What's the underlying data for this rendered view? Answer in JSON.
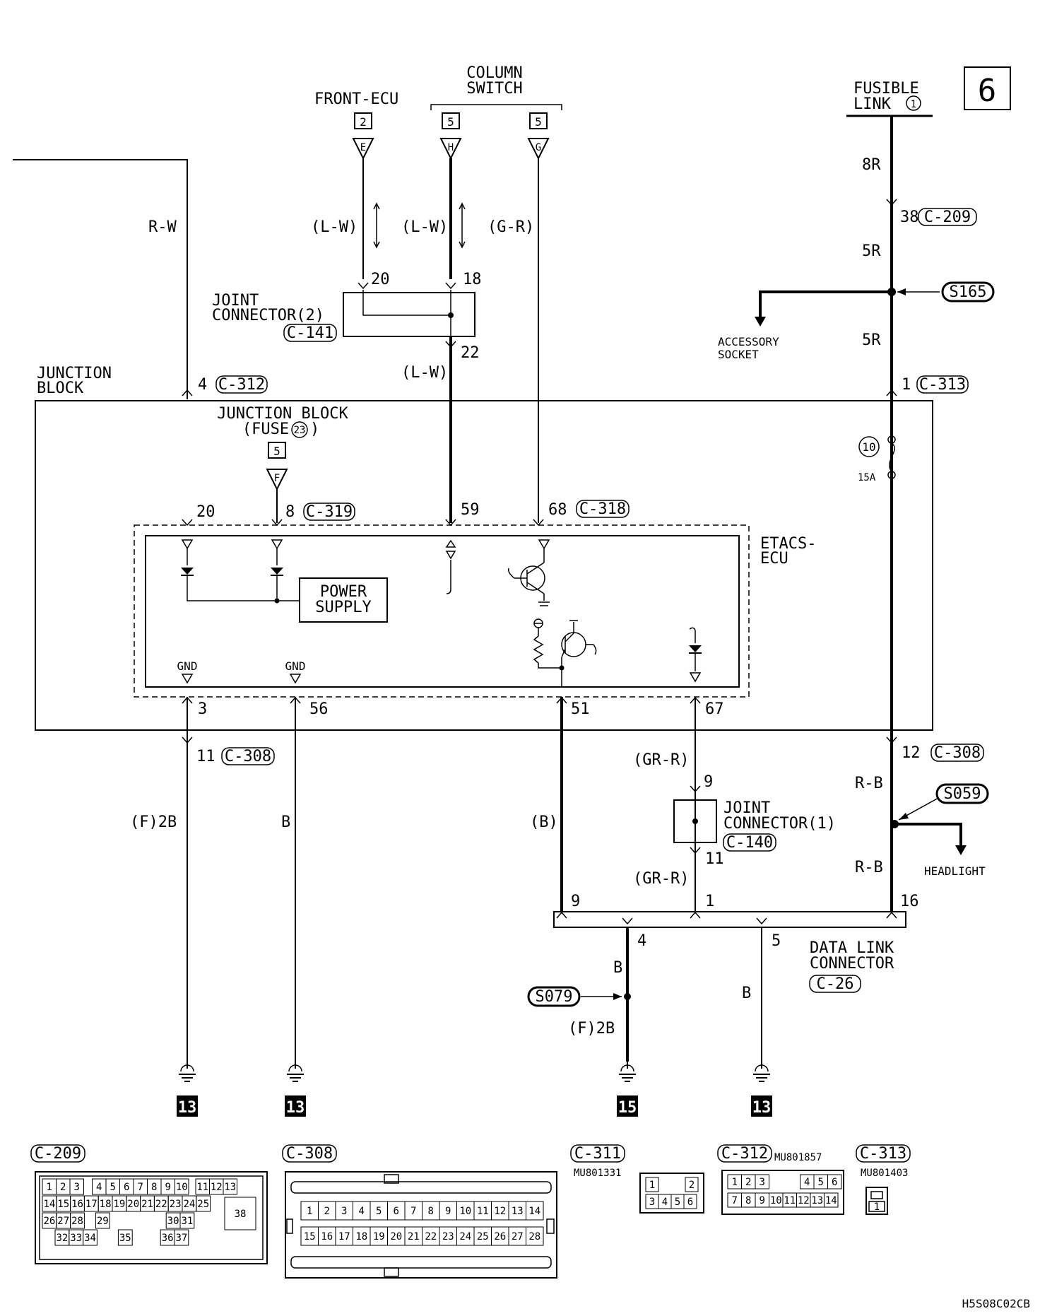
{
  "page_number": "6",
  "drawing_code": "H5S08C02CB",
  "sources": {
    "front_ecu": {
      "label": "FRONT-ECU",
      "ref": "2",
      "pin": "E",
      "wire": "(L-W)"
    },
    "column_switch": {
      "label_1": "COLUMN",
      "label_2": "SWITCH",
      "ref_h": "5",
      "pin_h": "H",
      "wire_h": "(L-W)",
      "ref_g": "5",
      "pin_g": "G",
      "wire_g": "(G-R)"
    },
    "left_wire": "R-W",
    "fusible_link": {
      "label_1": "FUSIBLE",
      "label_2": "LINK",
      "num": "1",
      "wire_top": "8R",
      "pin": "38",
      "conn": "C-209",
      "wire_mid": "5R",
      "splice": "S165",
      "wire_low": "5R",
      "accessory_1": "ACCESSORY",
      "accessory_2": "SOCKET"
    }
  },
  "joint_connector_2": {
    "label_1": "JOINT",
    "label_2": "CONNECTOR(2)",
    "conn": "C-141",
    "pin_20": "20",
    "pin_18": "18",
    "pin_22": "22",
    "wire_out": "(L-W)"
  },
  "junction_block": {
    "label_1": "JUNCTION",
    "label_2": "BLOCK",
    "pin_left": "4",
    "conn_left": "C-312",
    "pin_right": "1",
    "conn_right": "C-313",
    "fuse_label_1": "JUNCTION BLOCK",
    "fuse_label_2": "(FUSE",
    "fuse_num": "23",
    "fuse_ref": "5",
    "fuse_pin": "F",
    "fuse10": "10",
    "fuse10_rating": "15A"
  },
  "etacs": {
    "label_1": "ETACS-",
    "label_2": "ECU",
    "pin_20": "20",
    "pin_8": "8",
    "conn_8": "C-319",
    "pin_59": "59",
    "pin_68": "68",
    "conn_68": "C-318",
    "power_1": "POWER",
    "power_2": "SUPPLY",
    "gnd_1": "GND",
    "gnd_2": "GND",
    "pin_3": "3",
    "pin_56": "56",
    "pin_51": "51",
    "pin_67": "67"
  },
  "lower": {
    "pin_11": "11",
    "conn_308a": "C-308",
    "wire_f2b_left": "(F)2B",
    "wire_b_left": "B",
    "wire_b_mid": "(B)",
    "wire_grr_1": "(GR-R)",
    "jc1_pin_9": "9",
    "jc1_label_1": "JOINT",
    "jc1_label_2": "CONNECTOR(1)",
    "jc1_conn": "C-140",
    "jc1_pin_11": "11",
    "wire_grr_2": "(GR-R)",
    "pin_12": "12",
    "conn_308b": "C-308",
    "wire_rb_1": "R-B",
    "splice_s059": "S059",
    "headlight": "HEADLIGHT",
    "wire_rb_2": "R-B",
    "dlc_pin_9": "9",
    "dlc_pin_1": "1",
    "dlc_pin_16": "16",
    "dlc_pin_4": "4",
    "dlc_pin_5": "5",
    "dlc_label_1": "DATA LINK",
    "dlc_label_2": "CONNECTOR",
    "dlc_conn": "C-26",
    "wire_b_dlc4": "B",
    "splice_s079": "S079",
    "wire_f2b_dlc": "(F)2B",
    "wire_b_dlc5": "B",
    "ground_13a": "13",
    "ground_13b": "13",
    "ground_15": "15",
    "ground_13c": "13"
  },
  "connector_views": {
    "c209": {
      "name": "C-209",
      "row1": [
        "1",
        "2",
        "3",
        "4",
        "5",
        "6",
        "7",
        "8",
        "9",
        "10",
        "11",
        "12",
        "13"
      ],
      "row2": [
        "14",
        "15",
        "16",
        "17",
        "18",
        "19",
        "20",
        "21",
        "22",
        "23",
        "24",
        "25"
      ],
      "row3": [
        "26",
        "27",
        "28",
        "29",
        "30",
        "31"
      ],
      "row4": [
        "32",
        "33",
        "34",
        "35",
        "36",
        "37"
      ],
      "big": "38"
    },
    "c308": {
      "name": "C-308",
      "row1": [
        "1",
        "2",
        "3",
        "4",
        "5",
        "6",
        "7",
        "8",
        "9",
        "10",
        "11",
        "12",
        "13",
        "14"
      ],
      "row2": [
        "15",
        "16",
        "17",
        "18",
        "19",
        "20",
        "21",
        "22",
        "23",
        "24",
        "25",
        "26",
        "27",
        "28"
      ]
    },
    "c311": {
      "name": "C-311",
      "part": "MU801331",
      "row1": [
        "1",
        "2"
      ],
      "row2": [
        "3",
        "4",
        "5",
        "6"
      ]
    },
    "c312": {
      "name": "C-312",
      "part": "MU801857",
      "row1": [
        "1",
        "2",
        "3",
        "4",
        "5",
        "6"
      ],
      "row2": [
        "7",
        "8",
        "9",
        "10",
        "11",
        "12",
        "13",
        "14"
      ]
    },
    "c313": {
      "name": "C-313",
      "part": "MU801403",
      "pin": "1"
    }
  }
}
